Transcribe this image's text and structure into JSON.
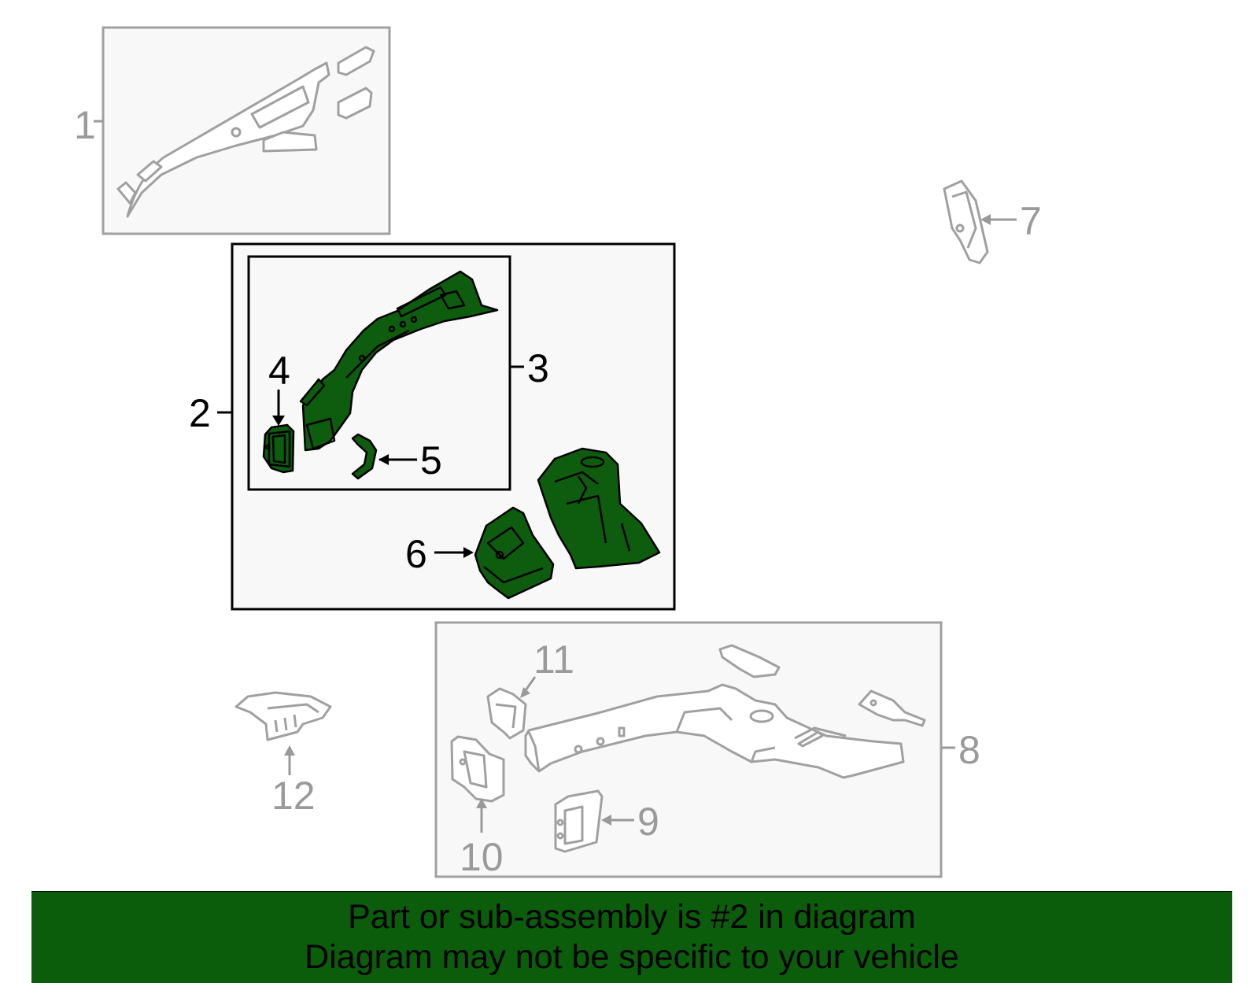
{
  "callouts": {
    "c1": "1",
    "c2": "2",
    "c3": "3",
    "c4": "4",
    "c5": "5",
    "c6": "6",
    "c7": "7",
    "c8": "8",
    "c9": "9",
    "c10": "10",
    "c11": "11",
    "c12": "12"
  },
  "banner": {
    "line1": "Part or sub-assembly is #2 in diagram",
    "line2": "Diagram may not be specific to your vehicle"
  },
  "colors": {
    "highlight_part": "#0e5c0e",
    "banner_background": "#0b5d0b",
    "inactive_part": "#a0a0a0"
  }
}
